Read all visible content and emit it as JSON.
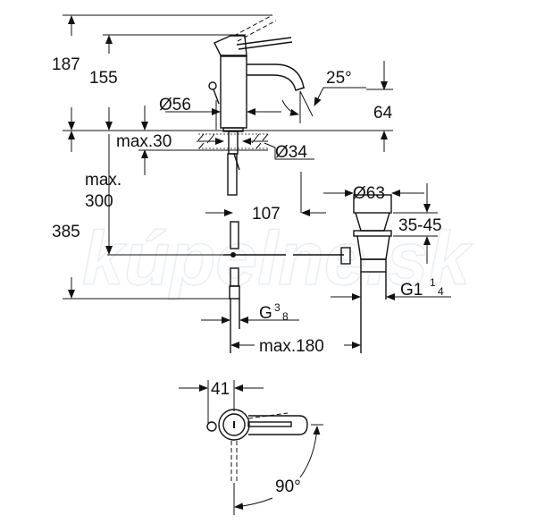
{
  "watermark": "kúpelne.sk",
  "dimensions": {
    "total_height": "187",
    "body_height": "155",
    "body_diameter": "Ø56",
    "spout_angle": "25°",
    "spout_height": "64",
    "deck_thickness": "max.30",
    "hole_diameter": "Ø34",
    "max_label": "max.",
    "max_value": "300",
    "below_deck": "385",
    "spout_reach": "107",
    "waste_diameter": "Ø63",
    "waste_range": "35-45",
    "waste_thread": "G1",
    "waste_thread_num": "1",
    "waste_thread_den": "4",
    "supply_thread": "G",
    "supply_thread_num": "3",
    "supply_thread_den": "8",
    "waste_distance": "max.180",
    "lever_offset": "41",
    "lever_rotation": "90°"
  }
}
